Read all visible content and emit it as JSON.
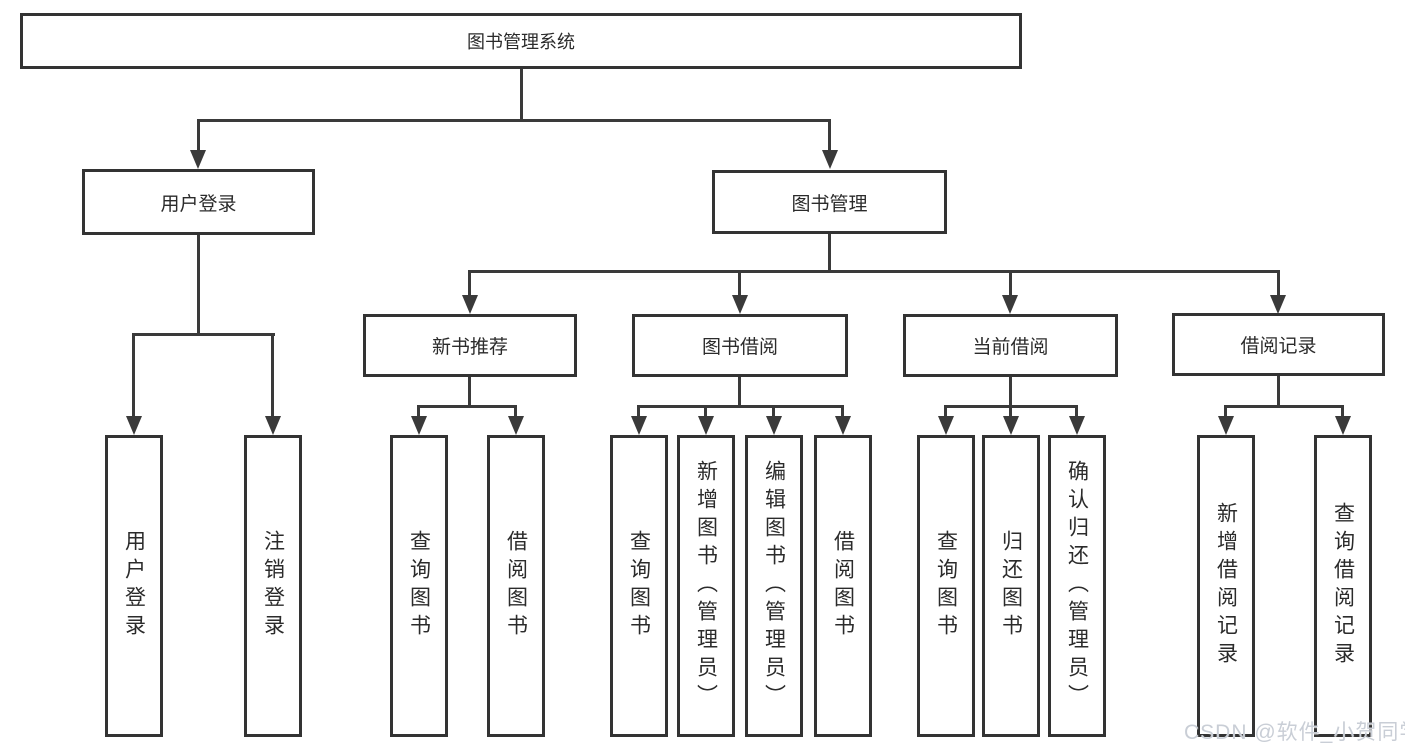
{
  "diagram_title": "图书管理系统",
  "nodes": {
    "root": "图书管理系统",
    "level2": {
      "user_login": "用户登录",
      "book_management": "图书管理"
    },
    "level3": {
      "new_book_recommend": "新书推荐",
      "book_borrow": "图书借阅",
      "current_borrow": "当前借阅",
      "borrow_records": "借阅记录"
    },
    "leaves": [
      "用户登录",
      "注销登录",
      "查询图书",
      "借阅图书",
      "查询图书",
      "新增图书（管理员）",
      "编辑图书（管理员）",
      "借阅图书",
      "查询图书",
      "归还图书",
      "确认归还（管理员）",
      "新增借阅记录",
      "查询借阅记录"
    ]
  },
  "watermark": "CSDN @软件_小贺同学",
  "colors": {
    "line": "#3a3a3a",
    "border": "#333333",
    "text": "#2b2b2b",
    "background": "#ffffff",
    "watermark": "#c9ced6"
  }
}
